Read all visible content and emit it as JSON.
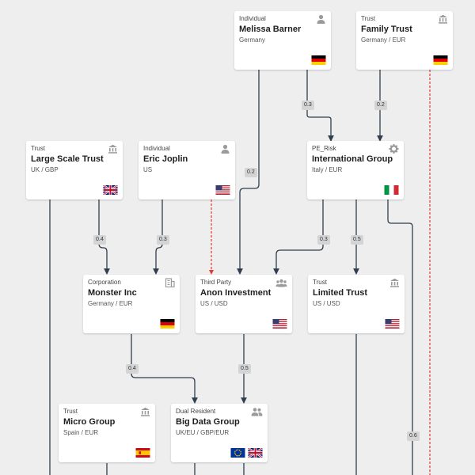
{
  "nodes": {
    "melissa": {
      "type": "Individual",
      "name": "Melissa Barner",
      "sub": "Germany",
      "icon": "person-icon",
      "flags": [
        "germany-flag"
      ]
    },
    "family": {
      "type": "Trust",
      "name": "Family Trust",
      "sub": "Germany / EUR",
      "icon": "bank-icon",
      "flags": [
        "germany-flag"
      ]
    },
    "large": {
      "type": "Trust",
      "name": "Large Scale Trust",
      "sub": "UK / GBP",
      "icon": "bank-icon",
      "flags": [
        "uk-flag"
      ]
    },
    "eric": {
      "type": "Individual",
      "name": "Eric Joplin",
      "sub": "US",
      "icon": "person-icon",
      "flags": [
        "usa-flag"
      ]
    },
    "intl": {
      "type": "PE_Risk",
      "name": "International Group",
      "sub": "Italy / EUR",
      "icon": "gear-icon",
      "flags": [
        "italy-flag"
      ]
    },
    "monster": {
      "type": "Corporation",
      "name": "Monster Inc",
      "sub": "Germany / EUR",
      "icon": "building-icon",
      "flags": [
        "germany-flag"
      ]
    },
    "anon": {
      "type": "Third Party",
      "name": "Anon Investment",
      "sub": "US / USD",
      "icon": "group-icon",
      "flags": [
        "usa-flag"
      ]
    },
    "limited": {
      "type": "Trust",
      "name": "Limited Trust",
      "sub": "US / USD",
      "icon": "bank-icon",
      "flags": [
        "usa-flag"
      ]
    },
    "micro": {
      "type": "Trust",
      "name": "Micro Group",
      "sub": "Spain / EUR",
      "icon": "bank-icon",
      "flags": [
        "spain-flag"
      ]
    },
    "bigdata": {
      "type": "Dual Resident",
      "name": "Big Data Group",
      "sub": "UK/EU / GBP/EUR",
      "icon": "people-icon",
      "flags": [
        "eu-flag",
        "uk-flag"
      ]
    }
  },
  "edge_labels": {
    "melissa_intl": "0.3",
    "family_intl": "0.2",
    "melissa_anon": "0.2",
    "large_monster": "0.4",
    "eric_monster": "0.3",
    "intl_anon": "0.3",
    "intl_limited": "0.5",
    "monster_bigdata": "0.4",
    "anon_bigdata": "0.5",
    "intl_down": "0.6"
  },
  "colors": {
    "edge": "#2f3e4e",
    "edge_dashed": "#e53935",
    "canvas": "#eeeeee",
    "card": "#ffffff"
  }
}
